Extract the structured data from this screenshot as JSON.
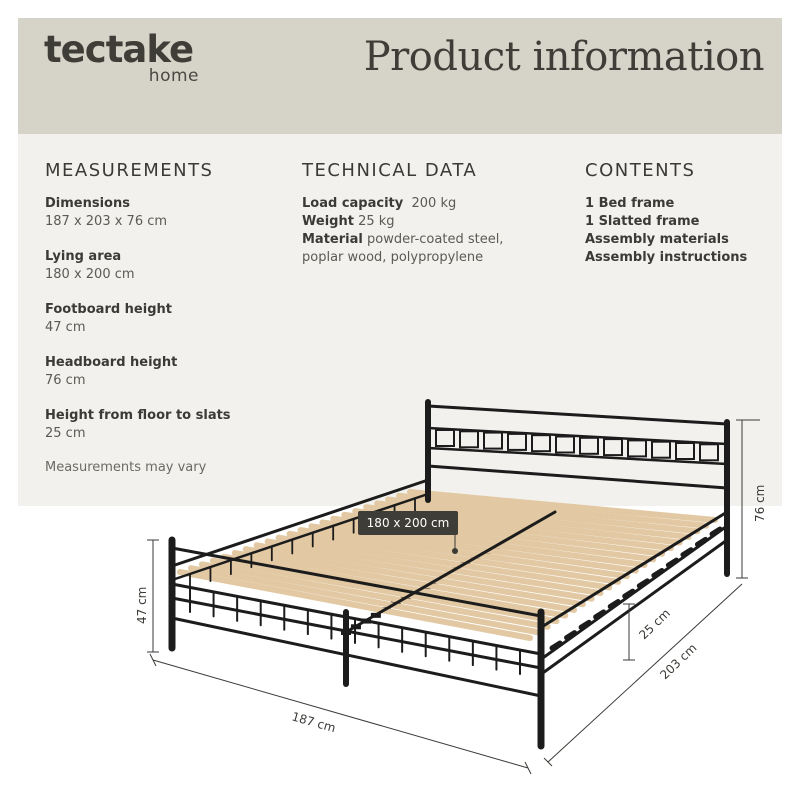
{
  "header": {
    "brand": "tectake",
    "brand_sub": "home",
    "title": "Product information"
  },
  "measurements": {
    "heading": "MEASUREMENTS",
    "items": [
      {
        "label": "Dimensions",
        "value": "187 x 203 x 76 cm"
      },
      {
        "label": "Lying area",
        "value": "180 x 200 cm"
      },
      {
        "label": "Footboard height",
        "value": "47 cm"
      },
      {
        "label": "Headboard height",
        "value": "76 cm"
      },
      {
        "label": "Height from floor to slats",
        "value": "25 cm"
      }
    ],
    "note": "Measurements may vary"
  },
  "technical": {
    "heading": "TECHNICAL DATA",
    "load_label": "Load capacity",
    "load_value": "200 kg",
    "weight_label": "Weight",
    "weight_value": "25 kg",
    "material_label": "Material",
    "material_value": "powder-coated steel,",
    "material_value_2": "poplar wood, polypropylene"
  },
  "contents": {
    "heading": "CONTENTS",
    "items": [
      "1 Bed frame",
      "1 Slatted frame",
      "Assembly materials",
      "Assembly instructions"
    ]
  },
  "diagram": {
    "lying_area": "180 x 200 cm",
    "dim_width": "187 cm",
    "dim_length": "203 cm",
    "dim_headboard": "76 cm",
    "dim_footboard": "47 cm",
    "dim_slats": "25 cm"
  },
  "colors": {
    "header_bg": "#d6d3c9",
    "panel_bg": "#f2f1ed",
    "text": "#3b3a36",
    "frame": "#1c1c1c",
    "slat": "#e2c9a3"
  }
}
